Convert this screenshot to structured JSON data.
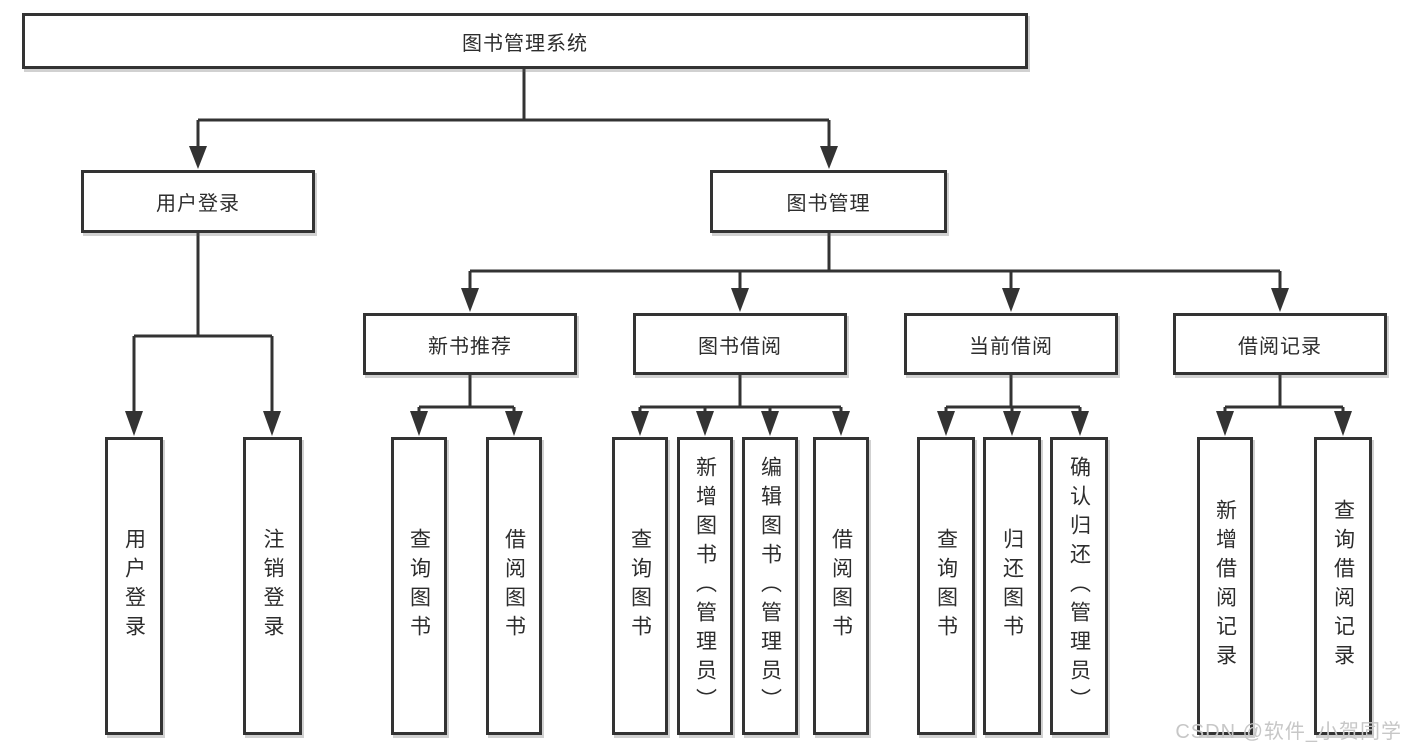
{
  "diagram": {
    "root": {
      "label": "图书管理系统"
    },
    "branches": [
      {
        "label": "用户登录",
        "children": [
          {
            "label": "用户登录"
          },
          {
            "label": "注销登录"
          }
        ]
      },
      {
        "label": "图书管理",
        "children": [
          {
            "label": "新书推荐",
            "children": [
              {
                "label": "查询图书"
              },
              {
                "label": "借阅图书"
              }
            ]
          },
          {
            "label": "图书借阅",
            "children": [
              {
                "label": "查询图书"
              },
              {
                "label": "新增图书（管理员）"
              },
              {
                "label": "编辑图书（管理员）"
              },
              {
                "label": "借阅图书"
              }
            ]
          },
          {
            "label": "当前借阅",
            "children": [
              {
                "label": "查询图书"
              },
              {
                "label": "归还图书"
              },
              {
                "label": "确认归还（管理员）"
              }
            ]
          },
          {
            "label": "借阅记录",
            "children": [
              {
                "label": "新增借阅记录"
              },
              {
                "label": "查询借阅记录"
              }
            ]
          }
        ]
      }
    ]
  },
  "watermark": {
    "text": "CSDN @软件_小贺同学"
  },
  "colors": {
    "line": "#333333",
    "box_border": "#333333",
    "text": "#2d2d2d",
    "background": "#ffffff",
    "watermark": "#c7c7c7"
  }
}
